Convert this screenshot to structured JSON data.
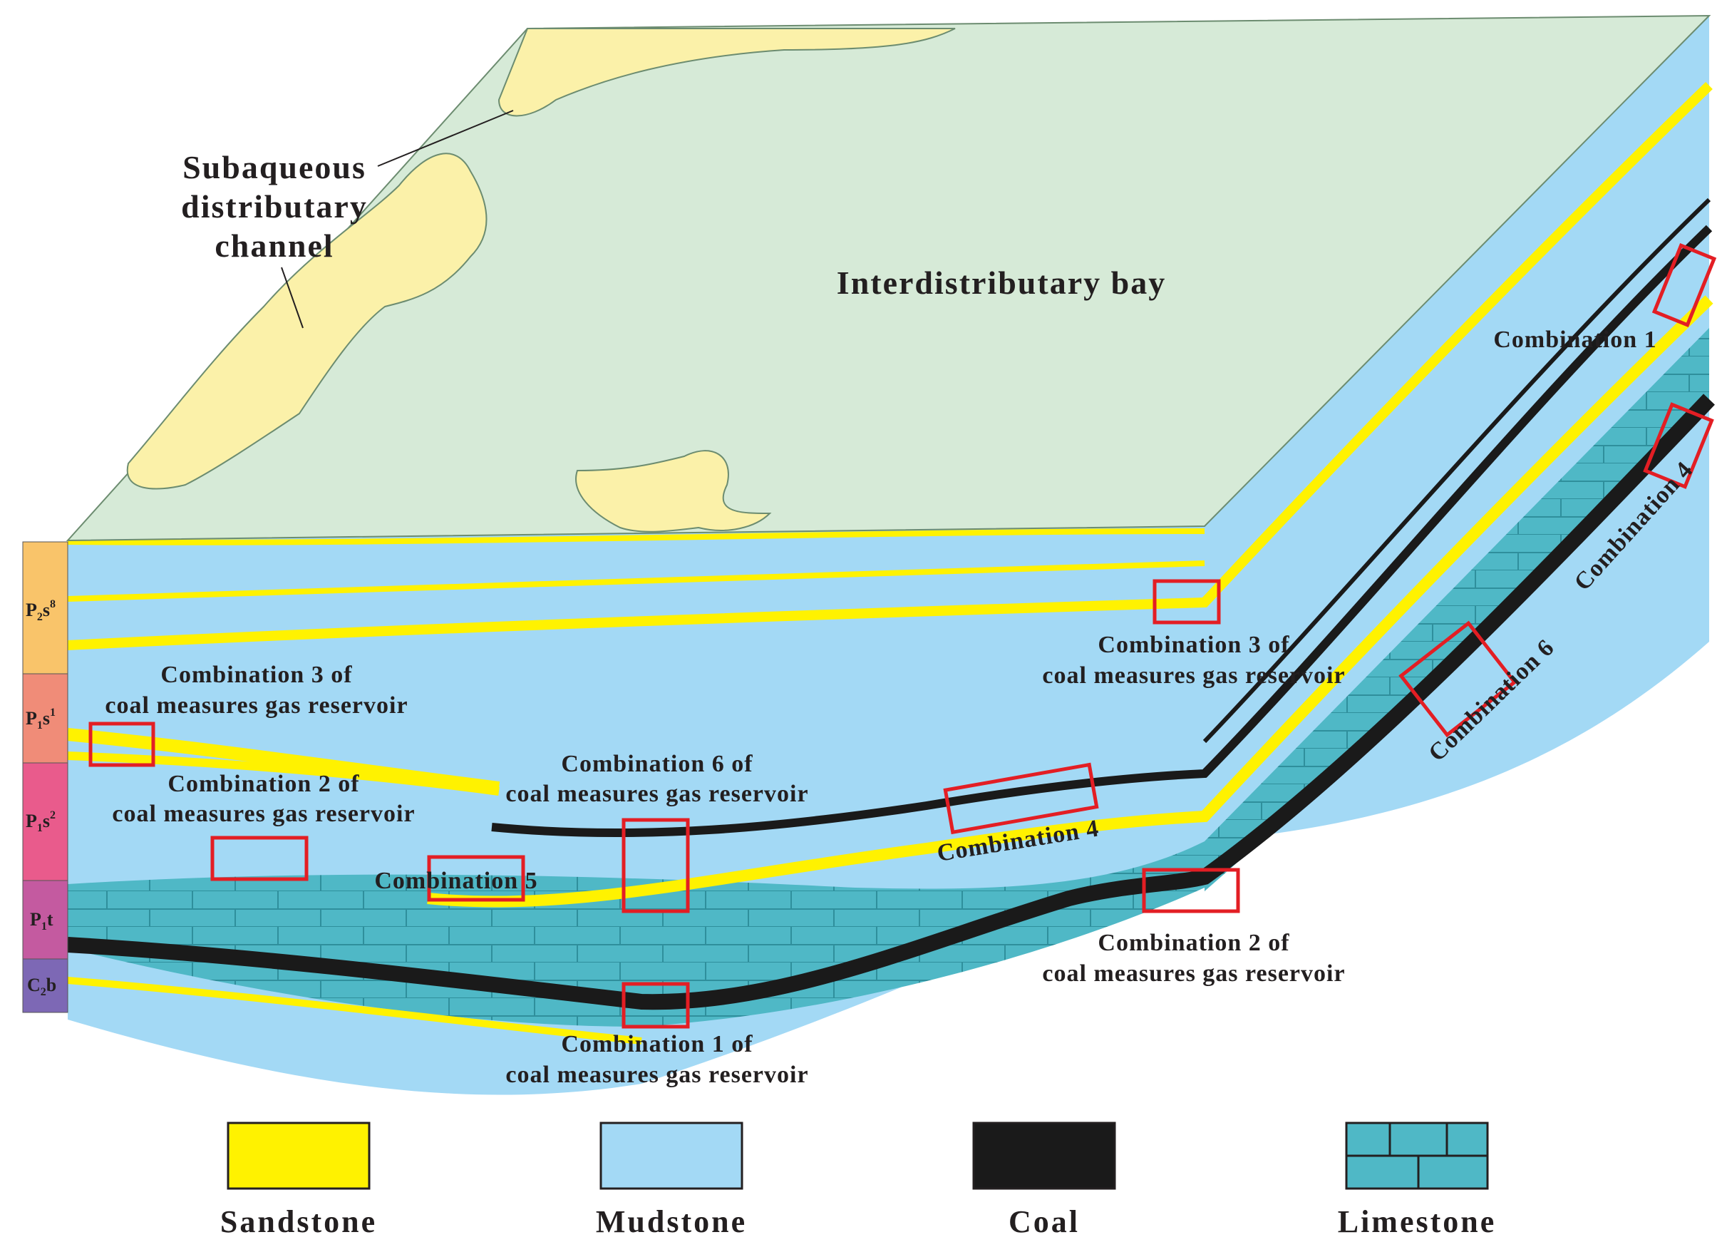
{
  "colors": {
    "sandstone": "#fff200",
    "sand_surface": "#fbf1a9",
    "mudstone": "#a3d9f5",
    "top_surface": "#d6ead7",
    "coal": "#1a1a1a",
    "limestone": "#4fb8c6",
    "reservoir_box": "#e31e24"
  },
  "surface_labels": {
    "channel": [
      "Subaqueous",
      "distributary",
      "channel"
    ],
    "bay": "Interdistributary bay"
  },
  "strata": [
    {
      "unit": "P",
      "sub": "2",
      "suffix": "s",
      "sup": "8",
      "color": "#f9c46a"
    },
    {
      "unit": "P",
      "sub": "1",
      "suffix": "s",
      "sup": "1",
      "color": "#f08c78"
    },
    {
      "unit": "P",
      "sub": "1",
      "suffix": "s",
      "sup": "2",
      "color": "#e95b8c"
    },
    {
      "unit": "P",
      "sub": "1",
      "suffix": "t",
      "sup": "",
      "color": "#c45aa0"
    },
    {
      "unit": "C",
      "sub": "2",
      "suffix": "b",
      "sup": "",
      "color": "#7d68b5"
    }
  ],
  "annotations": [
    {
      "line1": "Combination 3 of",
      "line2": "coal measures gas reservoir"
    },
    {
      "line1": "Combination 2 of",
      "line2": "coal measures gas reservoir"
    },
    {
      "line1": "Combination 6 of",
      "line2": "coal measures gas reservoir"
    },
    {
      "line1": "Combination 5",
      "line2": ""
    },
    {
      "line1": "Combination 3 of",
      "line2": "coal measures gas reservoir"
    },
    {
      "line1": "Combination 4",
      "line2": ""
    },
    {
      "line1": "Combination 2 of",
      "line2": "coal measures gas reservoir"
    },
    {
      "line1": "Combination 1 of",
      "line2": "coal measures gas reservoir"
    },
    {
      "line1": "Combination 1",
      "line2": ""
    },
    {
      "line1": "Combination 6",
      "line2": ""
    },
    {
      "line1": "Combination 4",
      "line2": ""
    }
  ],
  "legend": [
    {
      "label": "Sandstone",
      "kind": "sandstone"
    },
    {
      "label": "Mudstone",
      "kind": "mudstone"
    },
    {
      "label": "Coal",
      "kind": "coal"
    },
    {
      "label": "Limestone",
      "kind": "limestone"
    }
  ]
}
